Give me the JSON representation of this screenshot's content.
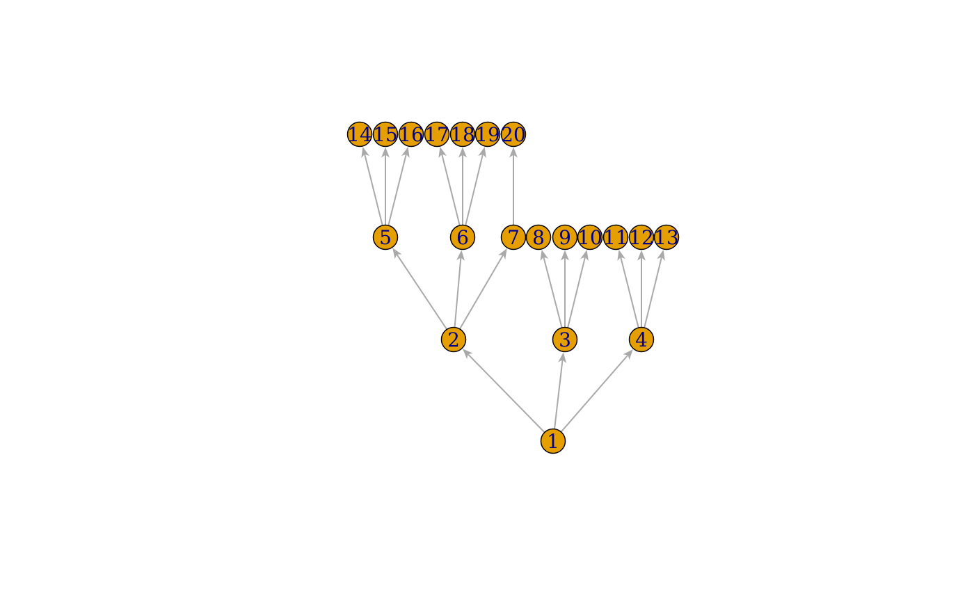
{
  "diagram": {
    "type": "tree-graph",
    "colors": {
      "node_fill": "#E69F00",
      "node_stroke": "#000000",
      "label": "#00008B",
      "edge": "#A9A9A9",
      "background": "#FFFFFF"
    },
    "nodes": [
      "1",
      "2",
      "3",
      "4",
      "5",
      "6",
      "7",
      "8",
      "9",
      "10",
      "11",
      "12",
      "13",
      "14",
      "15",
      "16",
      "17",
      "18",
      "19",
      "20"
    ],
    "edges": [
      [
        "1",
        "2"
      ],
      [
        "1",
        "3"
      ],
      [
        "1",
        "4"
      ],
      [
        "2",
        "5"
      ],
      [
        "2",
        "6"
      ],
      [
        "2",
        "7"
      ],
      [
        "3",
        "8"
      ],
      [
        "3",
        "9"
      ],
      [
        "3",
        "10"
      ],
      [
        "4",
        "11"
      ],
      [
        "4",
        "12"
      ],
      [
        "4",
        "13"
      ],
      [
        "5",
        "14"
      ],
      [
        "5",
        "15"
      ],
      [
        "5",
        "16"
      ],
      [
        "6",
        "17"
      ],
      [
        "6",
        "18"
      ],
      [
        "6",
        "19"
      ],
      [
        "7",
        "20"
      ]
    ]
  }
}
